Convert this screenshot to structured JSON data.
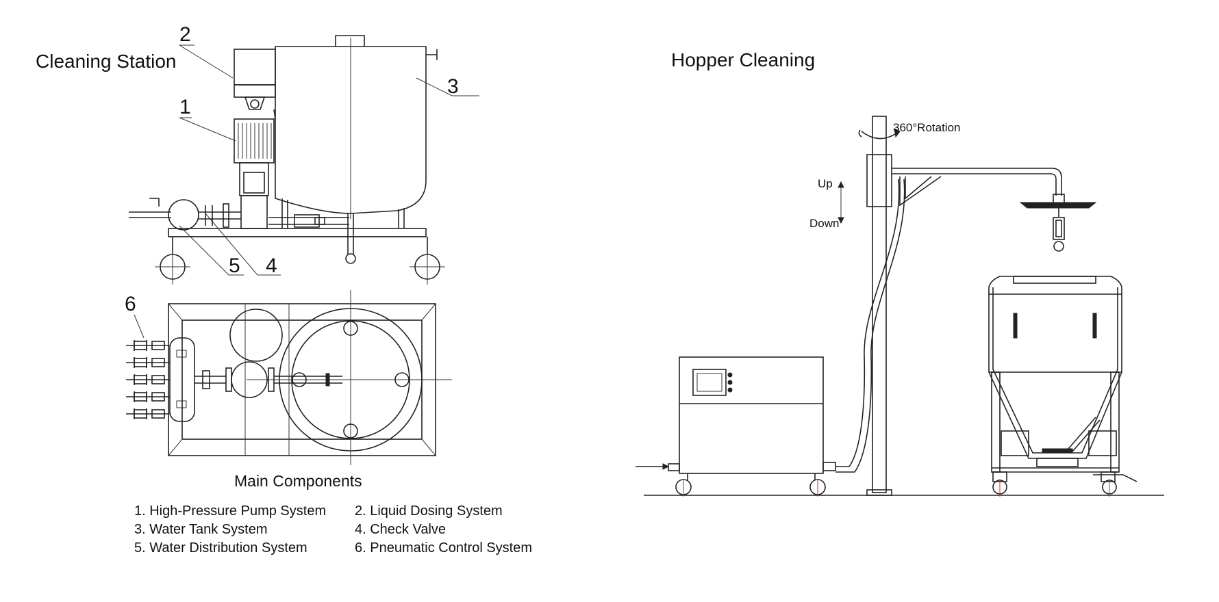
{
  "left_panel": {
    "title": "Cleaning Station",
    "callouts": [
      "2",
      "1",
      "3",
      "5",
      "4",
      "6"
    ],
    "components_heading": "Main Components",
    "components": [
      "1. High-Pressure Pump System",
      "2. Liquid Dosing System",
      "3. Water Tank System",
      "4. Check Valve",
      "5. Water Distribution System",
      "6. Pneumatic Control System"
    ]
  },
  "right_panel": {
    "title": "Hopper Cleaning",
    "rotation_label": "360°Rotation",
    "up_label": "Up",
    "down_label": "Down"
  }
}
